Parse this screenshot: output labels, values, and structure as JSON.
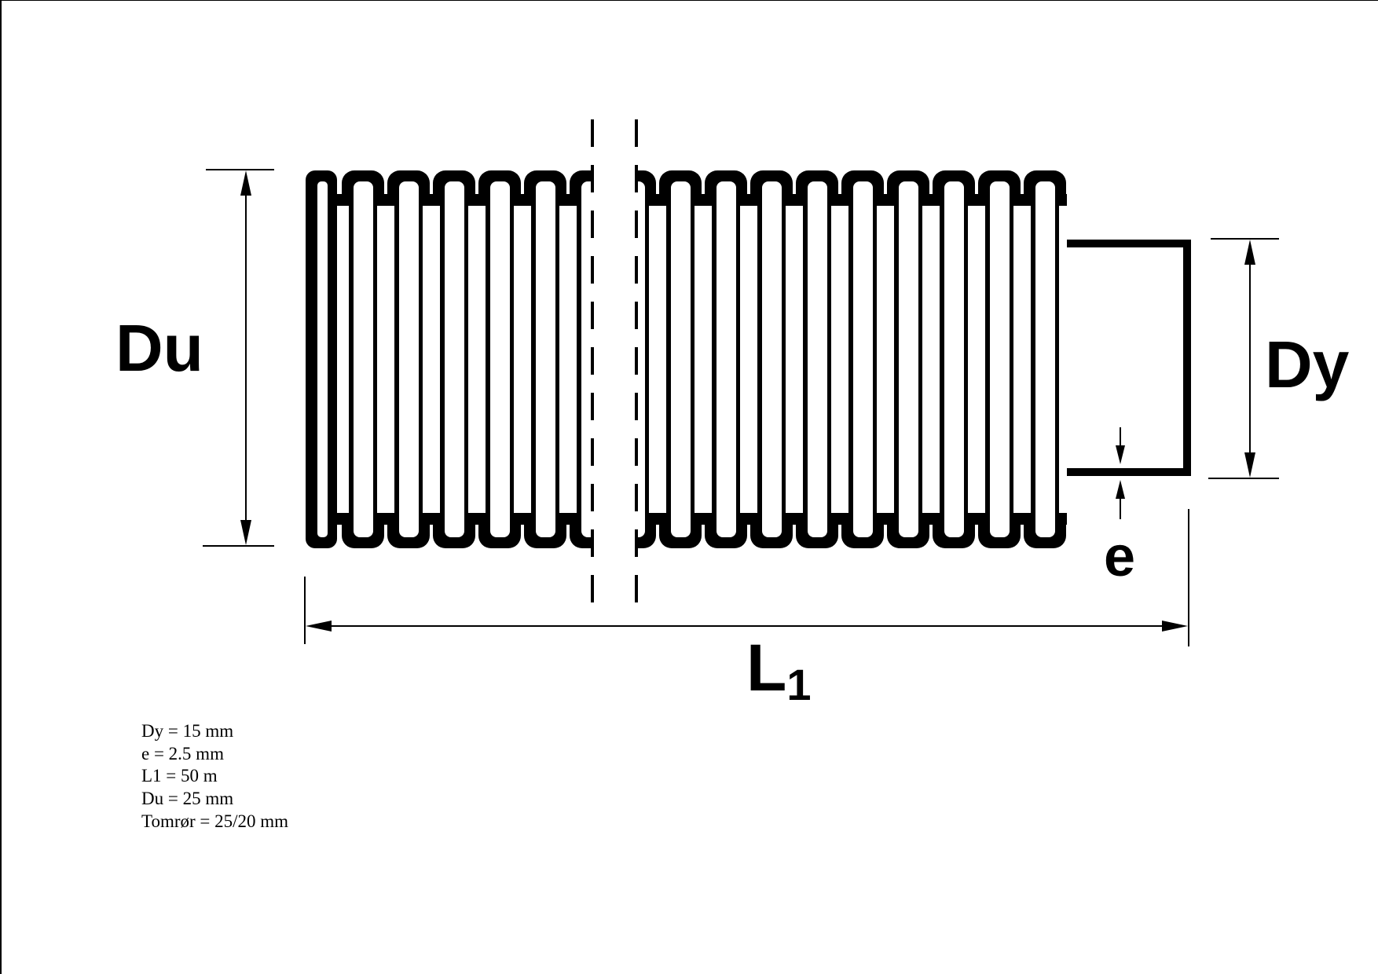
{
  "labels": {
    "du": "Du",
    "dy": "Dy",
    "e": "e",
    "l1_main": "L",
    "l1_sub": "1"
  },
  "specs": [
    "Dy = 15 mm",
    "e = 2.5 mm",
    "L1 = 50 m",
    "Du = 25 mm",
    "Tomrør = 25/20 mm"
  ],
  "colors": {
    "line": "#000000",
    "background": "#ffffff"
  }
}
